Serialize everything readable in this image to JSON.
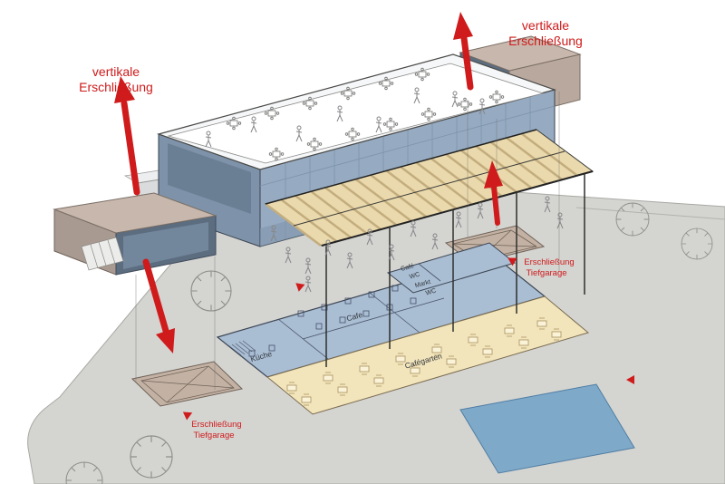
{
  "colors": {
    "accent_red": "#cf1b1b",
    "ground": "#d4d4d1",
    "pool": "#7fa9c9",
    "building_face": "#96abc1",
    "building_end": "#7e93a9",
    "plan_fill": "#a9bdd3",
    "garden_fill": "#f2e4bb",
    "canopy_fill": "#ead9ac",
    "tower_top": "#c8b7ac",
    "tower_side": "#a89a90",
    "tower_front": "#5c6d80",
    "roof_fill": "#ffffff"
  },
  "annotations": {
    "vertical_left": {
      "line1": "vertikale",
      "line2": "Erschließung"
    },
    "vertical_right": {
      "line1": "vertikale",
      "line2": "Erschließung"
    },
    "garage_left": {
      "line1": "Erschließung",
      "line2": "Tiefgarage"
    },
    "garage_right": {
      "line1": "Erschließung",
      "line2": "Tiefgarage"
    }
  },
  "plan_labels": {
    "kueche": "Küche",
    "cafe": "Cafe",
    "cafe_upper": "Café",
    "wc_upper": "WC",
    "markt": "Markt",
    "wc_lower": "WC",
    "cafegarten": "Cafégarten"
  }
}
